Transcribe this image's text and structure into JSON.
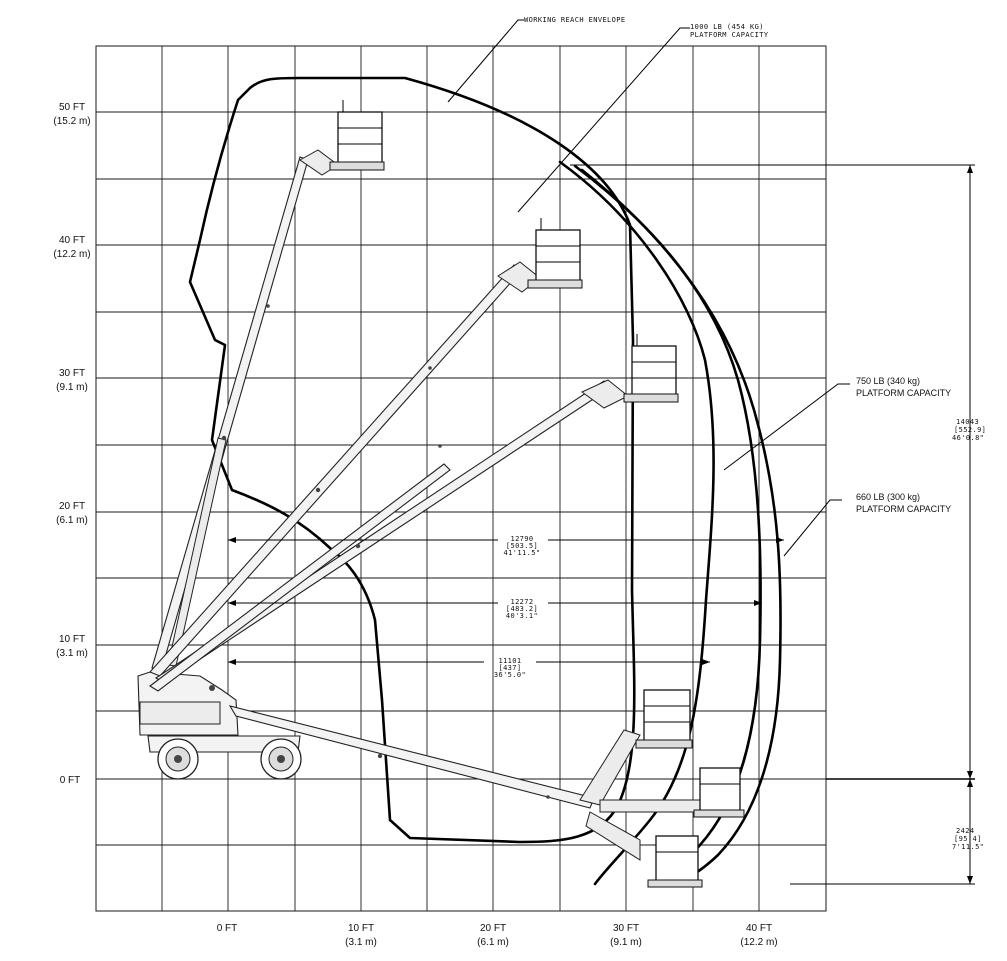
{
  "y_axis_labels": [
    {
      "ft": "50 FT",
      "m": "(15.2 m)"
    },
    {
      "ft": "40 FT",
      "m": "(12.2 m)"
    },
    {
      "ft": "30 FT",
      "m": "(9.1 m)"
    },
    {
      "ft": "20 FT",
      "m": "(6.1 m)"
    },
    {
      "ft": "10 FT",
      "m": "(3.1 m)"
    },
    {
      "ft": "0 FT",
      "m": ""
    }
  ],
  "x_axis_labels": [
    {
      "ft": "0 FT",
      "m": ""
    },
    {
      "ft": "10 FT",
      "m": "(3.1 m)"
    },
    {
      "ft": "20 FT",
      "m": "(6.1 m)"
    },
    {
      "ft": "30 FT",
      "m": "(9.1 m)"
    },
    {
      "ft": "40 FT",
      "m": "(12.2 m)"
    }
  ],
  "callouts": {
    "envelope": "WORKING REACH ENVELOPE",
    "cap1000_line1": "1000 LB (454 KG)",
    "cap1000_line2": "PLATFORM CAPACITY",
    "cap750_line1": "750 LB (340 kg)",
    "cap750_line2": "PLATFORM CAPACITY",
    "cap660_line1": "660 LB (300 kg)",
    "cap660_line2": "PLATFORM CAPACITY"
  },
  "dimensions": {
    "reach_660": [
      "12790",
      "[503.5]",
      "41'11.5\""
    ],
    "reach_750": [
      "12272",
      "[483.2]",
      "40'3.1\""
    ],
    "reach_1000": [
      "11101",
      "[437]",
      "36'5.0\""
    ],
    "height_above": [
      "14043",
      "[552.9]",
      "46'0.8\""
    ],
    "depth_below": [
      "2424",
      "[95.4]",
      "7'11.5\""
    ]
  }
}
